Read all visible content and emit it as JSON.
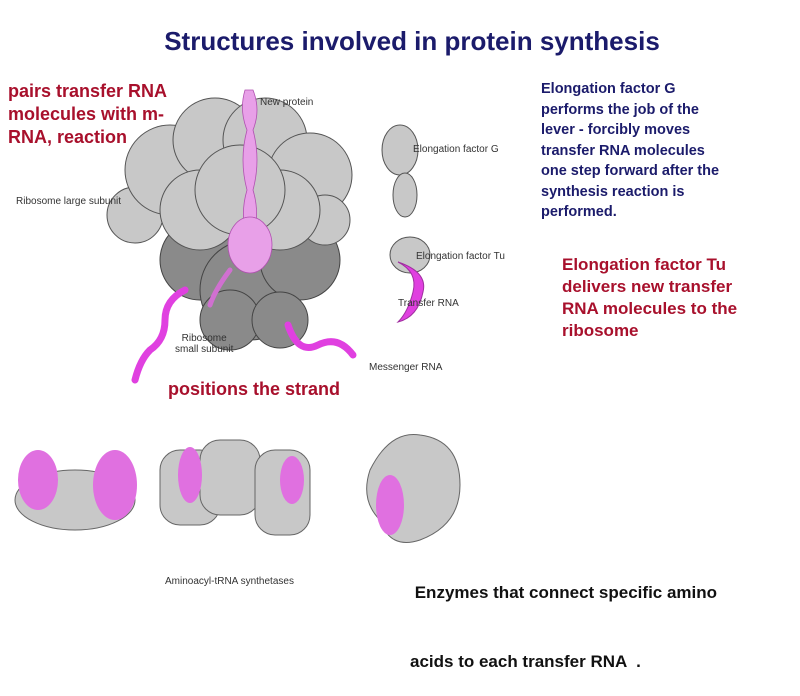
{
  "title": "Structures involved in protein synthesis",
  "annotations": {
    "pairs": [
      "pairs transfer RNA",
      "molecules with m-",
      "RNA, reaction"
    ],
    "positions": "positions the strand",
    "ef_g": [
      "Elongation factor G",
      "performs the job of the",
      "lever - forcibly moves",
      "transfer RNA molecules",
      "one step forward after the",
      "synthesis reaction is",
      "performed."
    ],
    "ef_tu": [
      "Elongation factor Tu",
      "delivers new transfer",
      "RNA molecules to the",
      "ribosome"
    ],
    "enzymes": [
      " Enzymes that connect specific amino",
      "acids to each transfer RNA  ."
    ]
  },
  "diagram_labels": {
    "new_protein": "New protein",
    "large_subunit": "Ribosome large subunit",
    "small_subunit": [
      "Ribosome",
      "small subunit"
    ],
    "messenger_rna": "Messenger RNA",
    "ef_g": "Elongation factor G",
    "ef_tu": "Elongation factor Tu",
    "transfer_rna": "Transfer RNA",
    "synthetases": "Aminoacyl-tRNA synthetases"
  },
  "colors": {
    "title": "#1b1b6b",
    "red_text": "#a8102c",
    "rna": "#e040e0",
    "protein": "#c8c8c8"
  }
}
